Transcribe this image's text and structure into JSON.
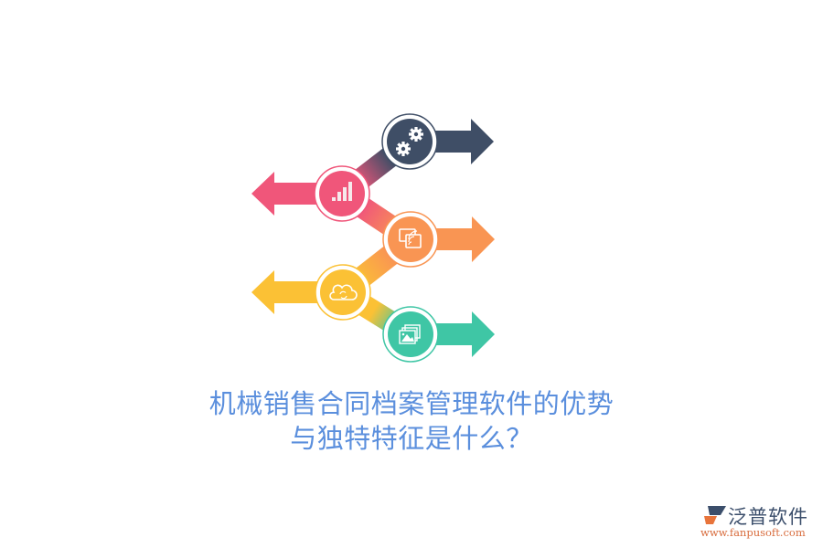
{
  "title": {
    "line1": "机械销售合同档案管理软件的优势",
    "line2": "与独特特征是什么？",
    "color": "#5b8fdd"
  },
  "infographic": {
    "steps": [
      {
        "index": 1,
        "icon": "gears-icon",
        "direction": "right",
        "color": "#3f4e66"
      },
      {
        "index": 2,
        "icon": "bar-chart-icon",
        "direction": "left",
        "color": "#f0567a"
      },
      {
        "index": 3,
        "icon": "screen-cast-icon",
        "direction": "right",
        "color": "#f99553"
      },
      {
        "index": 4,
        "icon": "cloud-sync-icon",
        "direction": "left",
        "color": "#fbc135"
      },
      {
        "index": 5,
        "icon": "image-gallery-icon",
        "direction": "right",
        "color": "#3fc6a5"
      }
    ]
  },
  "logo": {
    "name": "泛普软件",
    "url": "www.fanpusoft.com"
  }
}
